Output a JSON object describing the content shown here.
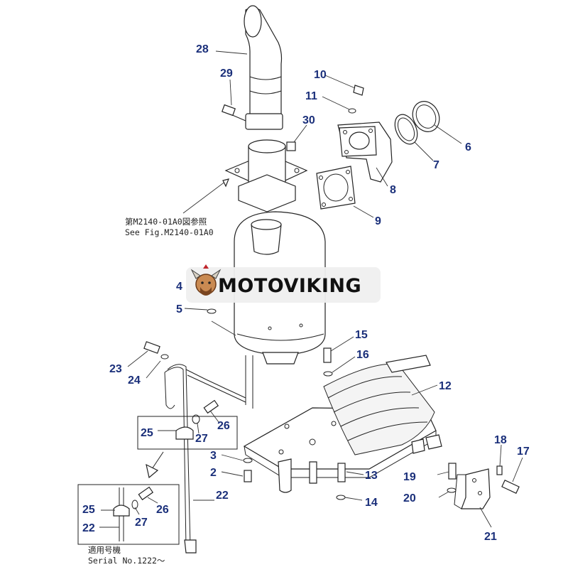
{
  "diagram": {
    "part_labels": [
      "28",
      "29",
      "30",
      "10",
      "11",
      "6",
      "7",
      "8",
      "9",
      "4",
      "5",
      "23",
      "24",
      "25",
      "27",
      "26",
      "3",
      "2",
      "22",
      "15",
      "16",
      "12",
      "13",
      "14",
      "19",
      "20",
      "18",
      "17",
      "21"
    ],
    "reference_note": {
      "line1": "第M2140-01A0図参照",
      "line2": "See Fig.M2140-01A0"
    },
    "inset": {
      "labels": [
        "25",
        "27",
        "26",
        "22"
      ],
      "applicability_jp": "適用号機",
      "serial": "Serial No.1222～"
    }
  },
  "watermark": {
    "text": "MOTOVIKING"
  },
  "colors": {
    "label": "#1a2f7a",
    "line": "#222222",
    "background": "#ffffff"
  }
}
